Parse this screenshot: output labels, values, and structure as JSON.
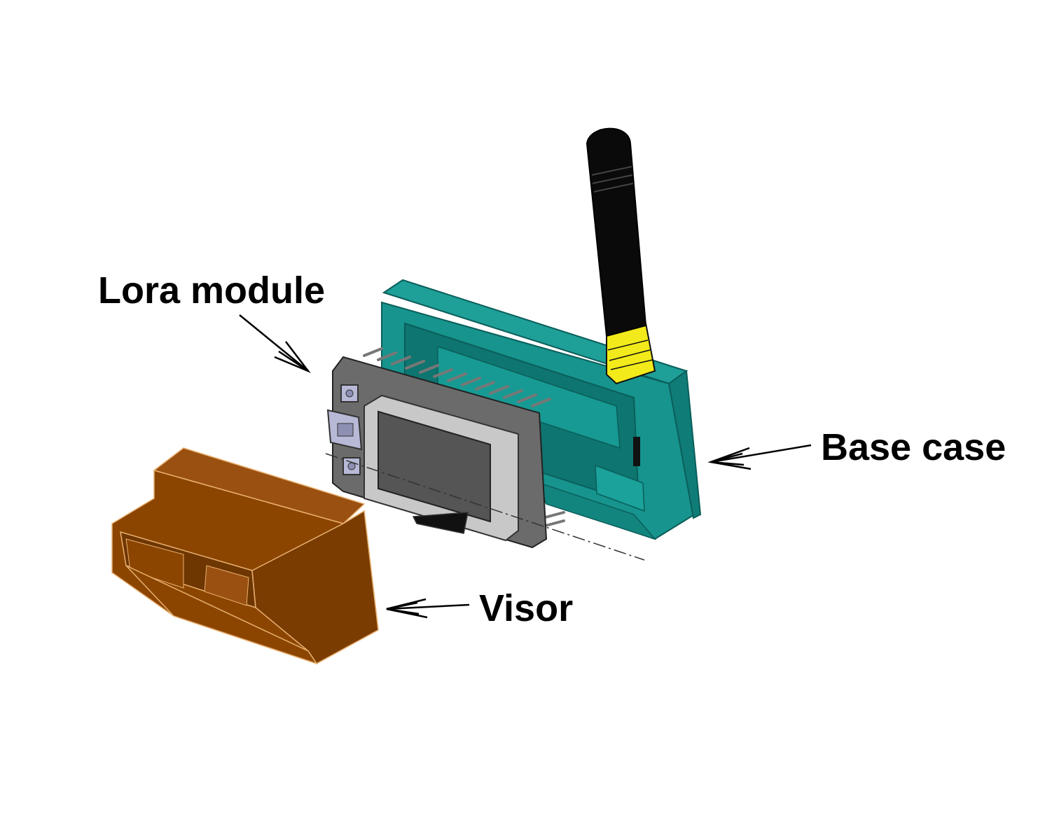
{
  "labels": {
    "lora_module": "Lora module",
    "base_case": "Base case",
    "visor": "Visor"
  },
  "colors": {
    "base_case": "#1a9a94",
    "base_case_dark": "#0f7a75",
    "visor": "#8b4500",
    "visor_dark": "#6e3600",
    "antenna": "#0a0a0a",
    "antenna_connector": "#f2ea1a",
    "pcb": "#6b6b6b",
    "screen": "#555555"
  }
}
